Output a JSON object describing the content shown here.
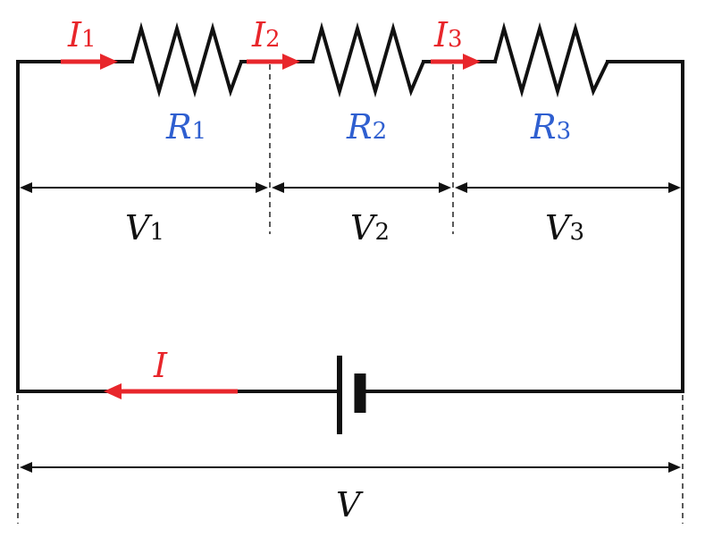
{
  "colors": {
    "wire": "#111111",
    "current": "#e8262b",
    "resistor_label": "#2f5fd0",
    "voltage_label": "#111111"
  },
  "currents": [
    {
      "symbol": "I",
      "subscript": "1"
    },
    {
      "symbol": "I",
      "subscript": "2"
    },
    {
      "symbol": "I",
      "subscript": "3"
    }
  ],
  "total_current": {
    "symbol": "I"
  },
  "resistors": [
    {
      "symbol": "R",
      "subscript": "1"
    },
    {
      "symbol": "R",
      "subscript": "2"
    },
    {
      "symbol": "R",
      "subscript": "3"
    }
  ],
  "voltages": [
    {
      "symbol": "V",
      "subscript": "1"
    },
    {
      "symbol": "V",
      "subscript": "2"
    },
    {
      "symbol": "V",
      "subscript": "3"
    }
  ],
  "total_voltage": {
    "symbol": "V"
  }
}
